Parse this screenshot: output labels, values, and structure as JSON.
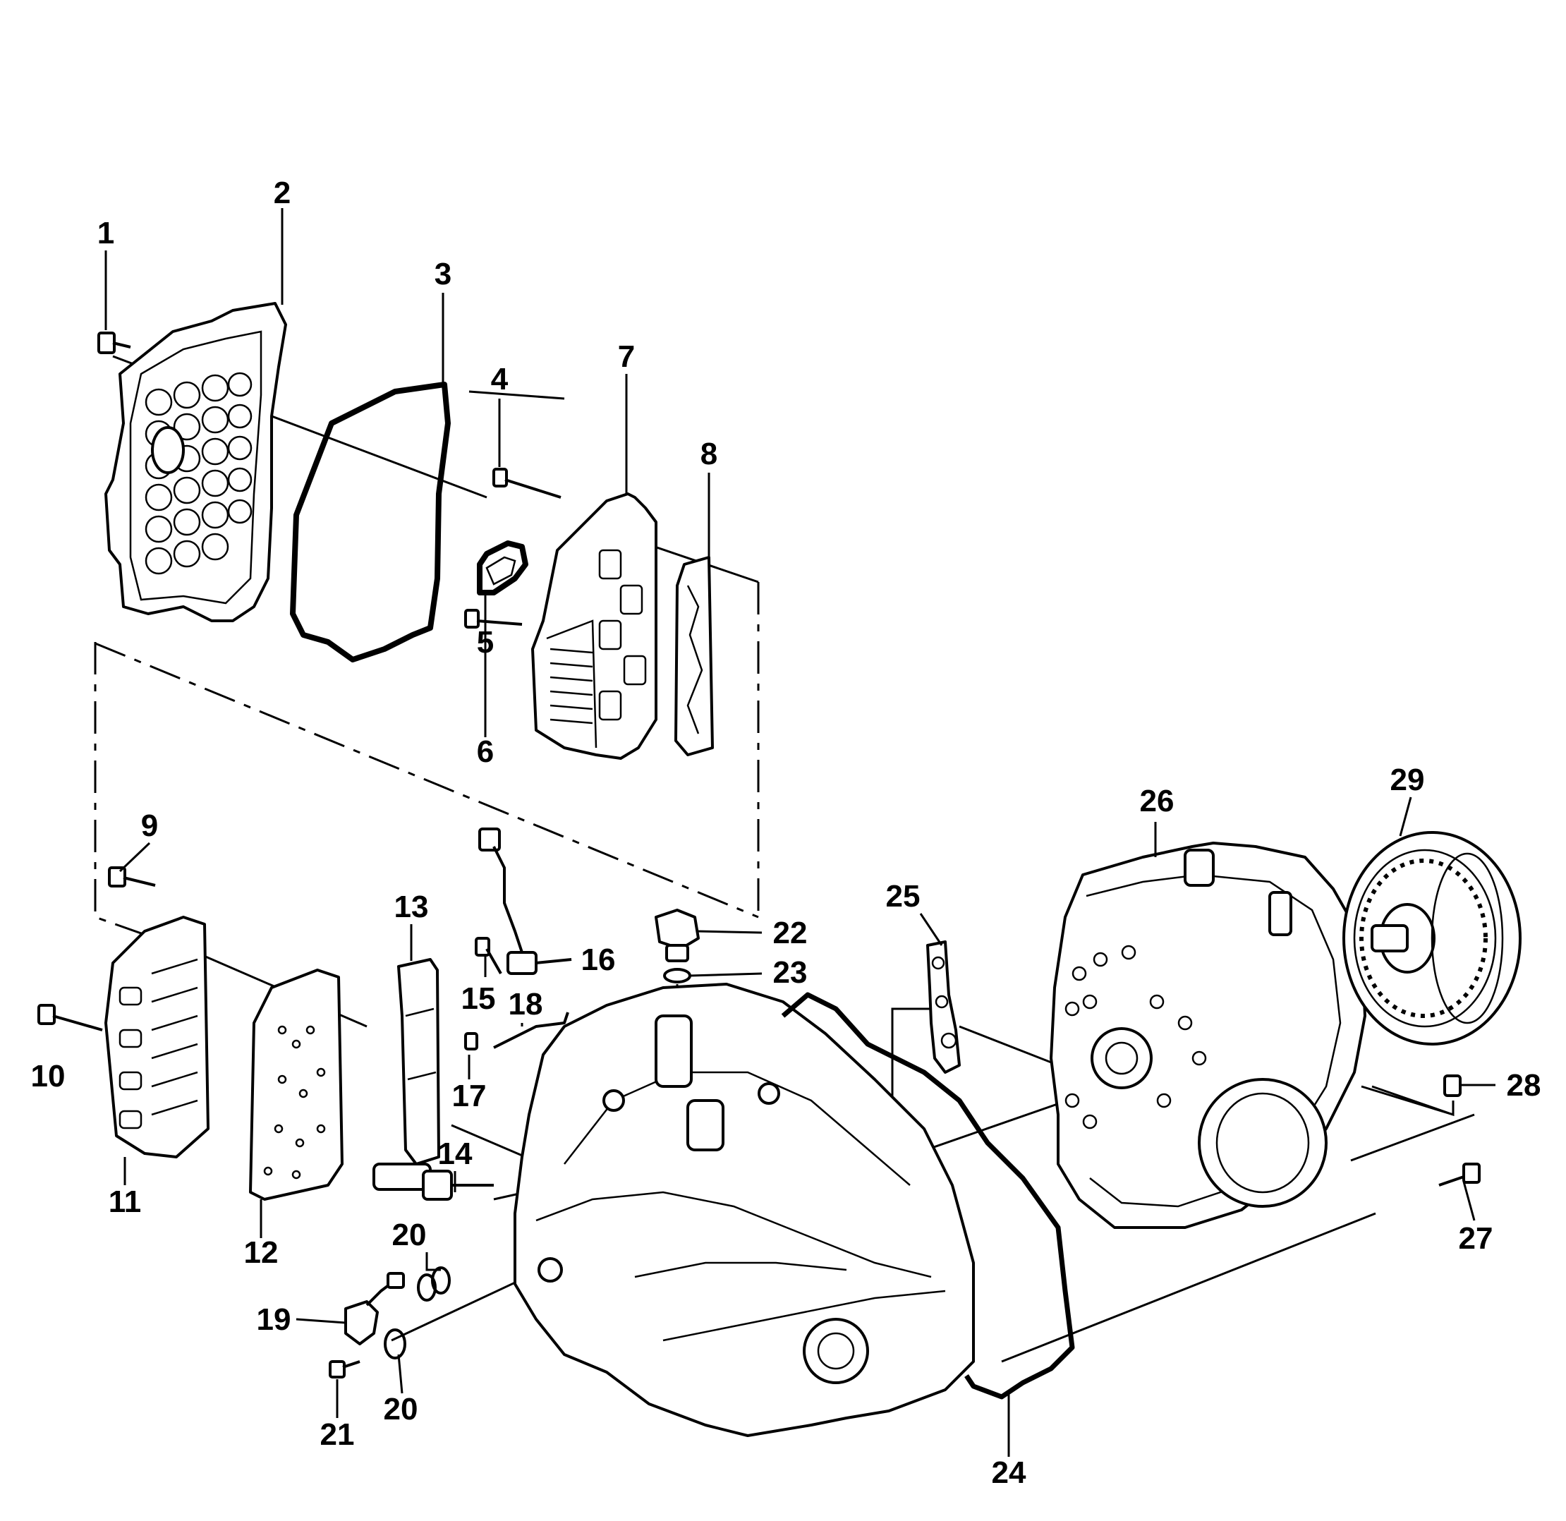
{
  "diagram": {
    "callouts": [
      {
        "id": "1",
        "label": "1"
      },
      {
        "id": "2",
        "label": "2"
      },
      {
        "id": "3",
        "label": "3"
      },
      {
        "id": "4",
        "label": "4"
      },
      {
        "id": "5",
        "label": "5"
      },
      {
        "id": "6",
        "label": "6"
      },
      {
        "id": "7",
        "label": "7"
      },
      {
        "id": "8",
        "label": "8"
      },
      {
        "id": "9",
        "label": "9"
      },
      {
        "id": "10",
        "label": "10"
      },
      {
        "id": "11",
        "label": "11"
      },
      {
        "id": "12",
        "label": "12"
      },
      {
        "id": "13",
        "label": "13"
      },
      {
        "id": "14",
        "label": "14"
      },
      {
        "id": "15",
        "label": "15"
      },
      {
        "id": "16",
        "label": "16"
      },
      {
        "id": "17",
        "label": "17"
      },
      {
        "id": "18",
        "label": "18"
      },
      {
        "id": "19",
        "label": "19"
      },
      {
        "id": "20a",
        "label": "20"
      },
      {
        "id": "20b",
        "label": "20"
      },
      {
        "id": "21",
        "label": "21"
      },
      {
        "id": "22",
        "label": "22"
      },
      {
        "id": "23",
        "label": "23"
      },
      {
        "id": "24",
        "label": "24"
      },
      {
        "id": "25",
        "label": "25"
      },
      {
        "id": "26",
        "label": "26"
      },
      {
        "id": "27",
        "label": "27"
      },
      {
        "id": "28",
        "label": "28"
      },
      {
        "id": "29",
        "label": "29"
      }
    ]
  }
}
